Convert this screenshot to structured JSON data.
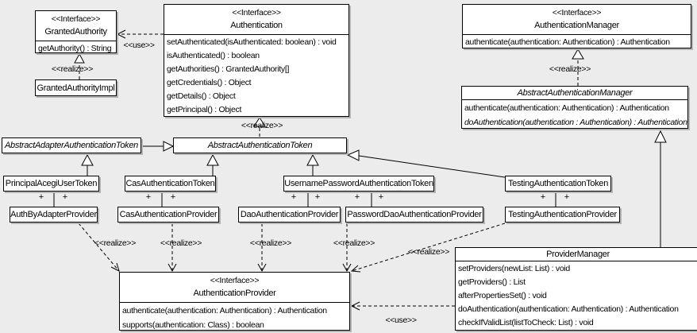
{
  "labels": {
    "realize": "<<realize>>",
    "use": "<<use>>",
    "plus": "+"
  },
  "colors": {
    "background": "#ececec",
    "box_fill": "#ffffff",
    "line": "#000000",
    "shadow": "#b4b4b4"
  },
  "classes": {
    "granted_authority": {
      "stereotype": "<<Interface>>",
      "name": "GrantedAuthority",
      "methods": [
        "getAuthority() : String"
      ]
    },
    "granted_authority_impl": {
      "name": "GrantedAuthorityImpl"
    },
    "authentication": {
      "stereotype": "<<Interface>>",
      "name": "Authentication",
      "methods": [
        "setAuthenticated(isAuthenticated: boolean) : void",
        "isAuthenticated() : boolean",
        "getAuthorities() : GrantedAuthority[]",
        "getCredentials() : Object",
        "getDetails() : Object",
        "getPrincipal() : Object"
      ]
    },
    "authentication_manager": {
      "stereotype": "<<Interface>>",
      "name": "AuthenticationManager",
      "methods": [
        "authenticate(authentication: Authentication) : Authentication"
      ]
    },
    "abstract_authentication_manager": {
      "name": "AbstractAuthenticationManager",
      "abstract": true,
      "methods": [
        "authenticate(authentication: Authentication) : Authentication",
        "doAuthentication(authentication : Authentication) : Authentication"
      ]
    },
    "abstract_adapter_authentication_token": {
      "name": "AbstractAdapterAuthenticationToken",
      "abstract": true
    },
    "abstract_authentication_token": {
      "name": "AbstractAuthenticationToken",
      "abstract": true
    },
    "principal_acegi_user_token": {
      "name": "PrincipalAcegiUserToken"
    },
    "cas_authentication_token": {
      "name": "CasAuthenticationToken"
    },
    "username_password_authentication_token": {
      "name": "UsernamePasswordAuthenticationToken"
    },
    "testing_authentication_token": {
      "name": "TestingAuthenticationToken"
    },
    "auth_by_adapter_provider": {
      "name": "AuthByAdapterProvider"
    },
    "cas_authentication_provider": {
      "name": "CasAuthenticationProvider"
    },
    "dao_authentication_provider": {
      "name": "DaoAuthenticationProvider"
    },
    "password_dao_authentication_provider": {
      "name": "PasswordDaoAuthenticationProvider"
    },
    "testing_authentication_provider": {
      "name": "TestingAuthenticationProvider"
    },
    "authentication_provider": {
      "stereotype": "<<Interface>>",
      "name": "AuthenticationProvider",
      "methods": [
        "authenticate(authentication: Authentication) : Authentication",
        "supports(authentication: Class) : boolean"
      ]
    },
    "provider_manager": {
      "name": "ProviderManager",
      "methods": [
        "setProviders(newList: List) : void",
        "getProviders() : List",
        "afterPropertiesSet() : void",
        "doAuthentication(authentication: Authentication) : Authentication",
        "checkIfValidList(listToCheck: List) : void"
      ]
    }
  }
}
